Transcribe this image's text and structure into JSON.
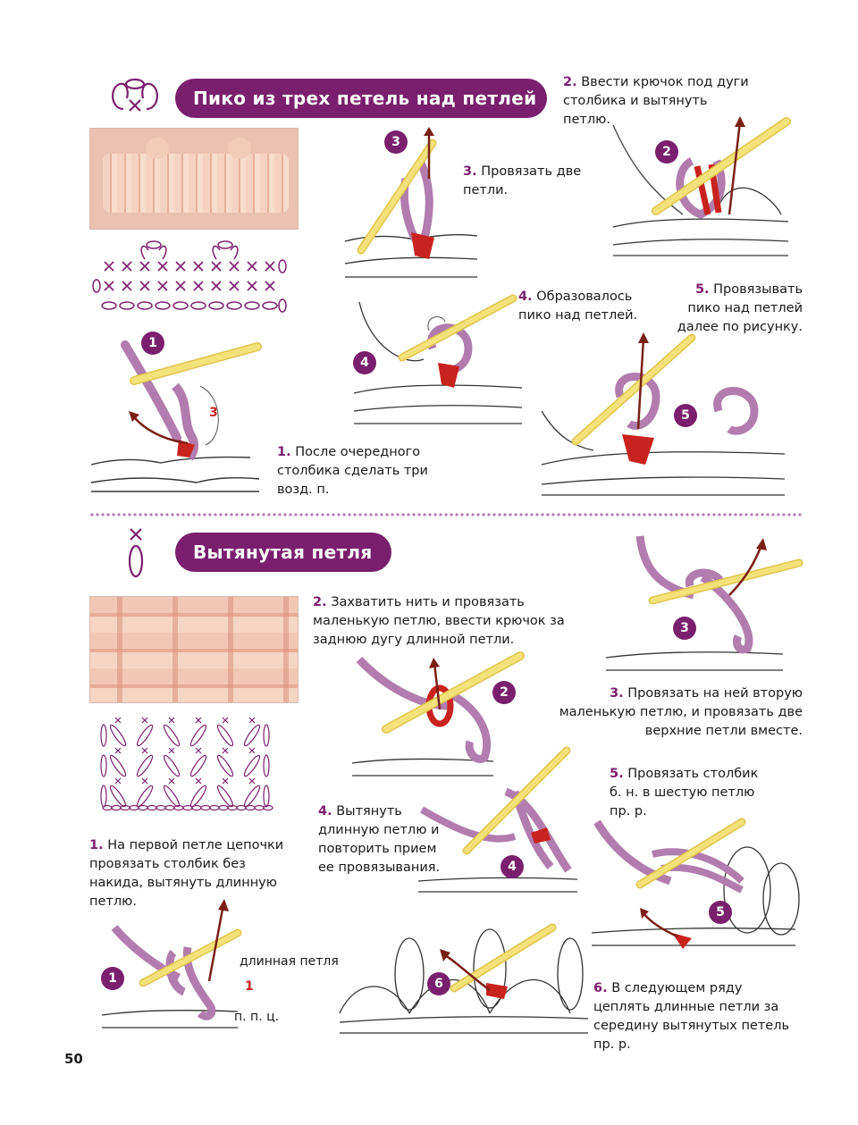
{
  "section1": {
    "title": "Пико из трех петель над петлей",
    "steps": {
      "s1": {
        "num": "1.",
        "text": "После очередного столбика сделать три возд. п."
      },
      "s2": {
        "num": "2.",
        "text": "Ввести крючок под дуги столбика и вытянуть петлю."
      },
      "s3": {
        "num": "3.",
        "text": "Провязать две петли."
      },
      "s4": {
        "num": "4.",
        "text": "Образовалось пико над петлей."
      },
      "s5": {
        "num": "5.",
        "text": "Провязывать пико над петлей далее по рисунку."
      }
    },
    "badges": [
      "1",
      "2",
      "3",
      "4",
      "5"
    ],
    "label_three": "3"
  },
  "section2": {
    "title": "Вытянутая петля",
    "steps": {
      "s1": {
        "num": "1.",
        "text": "На первой петле цепочки провязать столбик без накида, вытянуть длинную петлю."
      },
      "s2": {
        "num": "2.",
        "text": "Захватить нить и провязать маленькую петлю, ввести крючок за заднюю дугу длинной петли."
      },
      "s3": {
        "num": "3.",
        "text": "Провязать на ней вторую маленькую петлю, и провязать две верхние петли вместе."
      },
      "s4": {
        "num": "4.",
        "text": "Вытянуть длинную петлю и повторить прием ее провязывания."
      },
      "s5": {
        "num": "5.",
        "text": "Провязать столбик б. н. в шестую петлю пр. р."
      },
      "s6": {
        "num": "6.",
        "text": "В следующем ряду цеплять длинные петли за середину вытянутых петель пр. р."
      }
    },
    "badges": [
      "1",
      "2",
      "3",
      "4",
      "5",
      "6"
    ],
    "labels": {
      "long_loop": "длинная петля",
      "one": "1",
      "ppc": "п. п. ц."
    }
  },
  "page_number": "50",
  "colors": {
    "accent": "#7a1f6e",
    "yarn": "#b27cae",
    "hook": "#f3e27a",
    "red": "#c8231e",
    "photo": "#f2c7b4"
  }
}
